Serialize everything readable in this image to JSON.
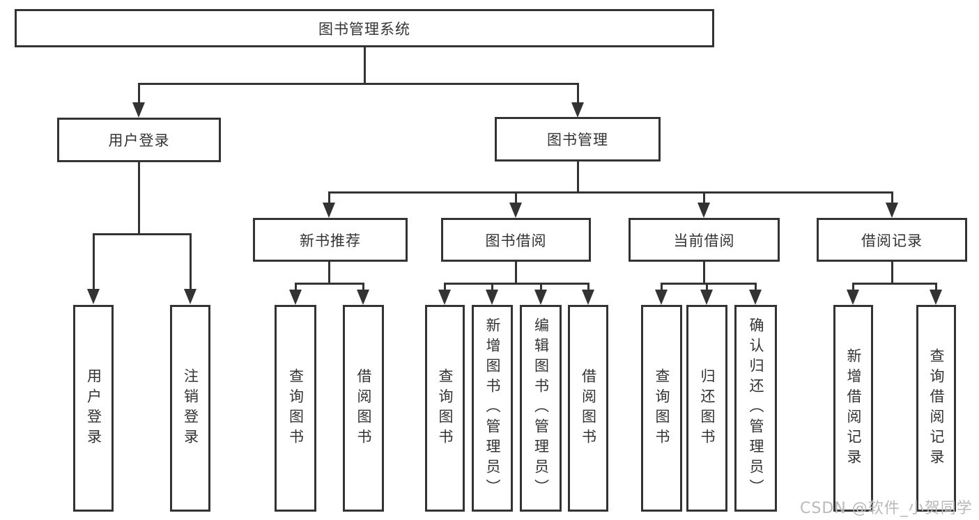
{
  "diagram_type": "hierarchy-tree",
  "title": "图书管理系统",
  "colors": {
    "line": "#333333",
    "text": "#333333",
    "background": "#ffffff",
    "watermark": "#b9b9b9"
  },
  "nodes": {
    "root": {
      "label": "图书管理系统"
    },
    "user_login": {
      "label": "用户登录"
    },
    "book_mgmt": {
      "label": "图书管理"
    },
    "new_book_rec": {
      "label": "新书推荐"
    },
    "book_borrow": {
      "label": "图书借阅"
    },
    "current_borrow": {
      "label": "当前借阅"
    },
    "borrow_record": {
      "label": "借阅记录"
    },
    "leaf_user_login": {
      "label": "用户登录"
    },
    "leaf_logout": {
      "label": "注销登录"
    },
    "leaf_query_book_a": {
      "label": "查询图书"
    },
    "leaf_borrow_book_a": {
      "label": "借阅图书"
    },
    "leaf_query_book_b": {
      "label": "查询图书"
    },
    "leaf_add_book": {
      "label": "新增图书（管理员）"
    },
    "leaf_edit_book": {
      "label": "编辑图书（管理员）"
    },
    "leaf_borrow_book_b": {
      "label": "借阅图书"
    },
    "leaf_query_book_c": {
      "label": "查询图书"
    },
    "leaf_return_book": {
      "label": "归还图书"
    },
    "leaf_confirm_return": {
      "label": "确认归还（管理员）"
    },
    "leaf_add_record": {
      "label": "新增借阅记录"
    },
    "leaf_query_record": {
      "label": "查询借阅记录"
    }
  },
  "edges": [
    {
      "from": "图书管理系统",
      "to": [
        "用户登录",
        "图书管理"
      ]
    },
    {
      "from": "用户登录",
      "to": [
        "用户登录",
        "注销登录"
      ]
    },
    {
      "from": "图书管理",
      "to": [
        "新书推荐",
        "图书借阅",
        "当前借阅",
        "借阅记录"
      ]
    },
    {
      "from": "新书推荐",
      "to": [
        "查询图书",
        "借阅图书"
      ]
    },
    {
      "from": "图书借阅",
      "to": [
        "查询图书",
        "新增图书（管理员）",
        "编辑图书（管理员）",
        "借阅图书"
      ]
    },
    {
      "from": "当前借阅",
      "to": [
        "查询图书",
        "归还图书",
        "确认归还（管理员）"
      ]
    },
    {
      "from": "借阅记录",
      "to": [
        "新增借阅记录",
        "查询借阅记录"
      ]
    }
  ],
  "watermark": {
    "text": "CSDN @软件_小贺同学"
  }
}
